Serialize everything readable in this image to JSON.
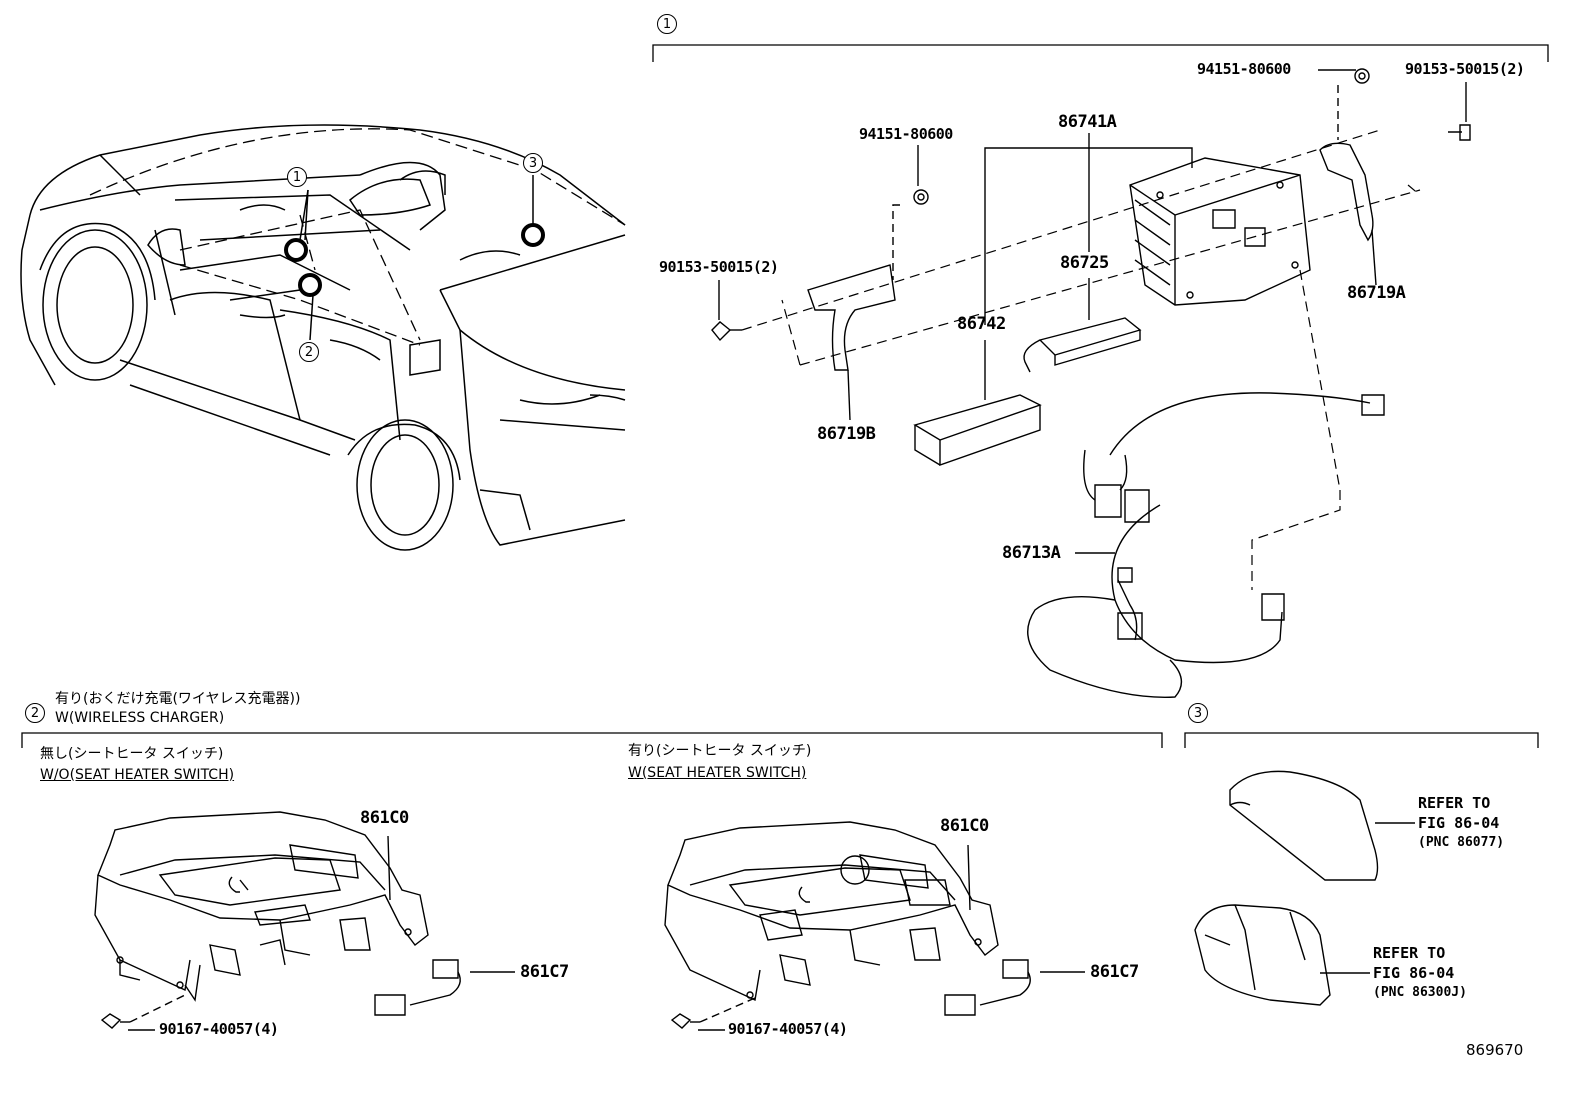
{
  "diagram": {
    "section_markers": [
      "1",
      "2",
      "3"
    ],
    "section1": {
      "parts": {
        "nut_top_right": "94151-80600",
        "bolt_top_right": "90153-50015(2)",
        "nut_left": "94151-80600",
        "bolt_left": "90153-50015(2)",
        "module_assembly": "86741A",
        "sub_module": "86725",
        "bracket_right": "86719A",
        "card_module": "86742",
        "bracket_left": "86719B",
        "wire_harness": "86713A"
      }
    },
    "section2": {
      "title_jp": "有り(おくだけ充電(ワイヤレス充電器))",
      "title_en": "W(WIRELESS CHARGER)",
      "left": {
        "caption_jp": "無し(シートヒータ スイッチ)",
        "caption_en": "W/O(SEAT HEATER SWITCH)",
        "charger_part": "861C0",
        "cable_part": "861C7",
        "screw_part": "90167-40057(4)"
      },
      "right": {
        "caption_jp": "有り(シートヒータ スイッチ)",
        "caption_en": "W(SEAT HEATER SWITCH)",
        "charger_part": "861C0",
        "cable_part": "861C7",
        "screw_part": "90167-40057(4)"
      }
    },
    "section3": {
      "antenna_ref": {
        "line1": "REFER TO",
        "line2": "FIG 86-04",
        "line3": "(PNC 86077)"
      },
      "module_ref": {
        "line1": "REFER TO",
        "line2": "FIG 86-04",
        "line3": "(PNC 86300J)"
      }
    },
    "figure_number": "869670"
  }
}
